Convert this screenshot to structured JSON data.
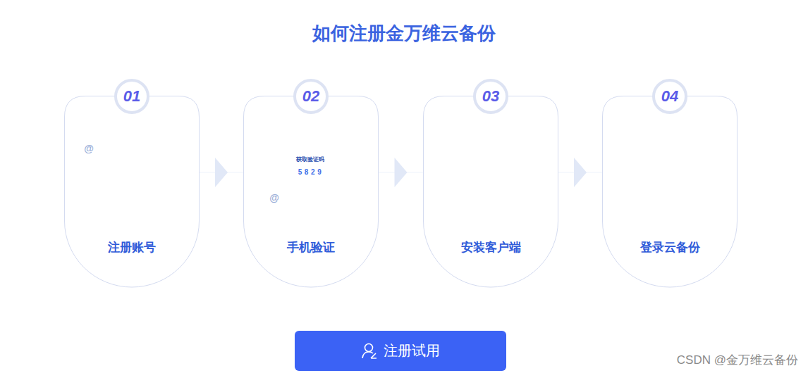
{
  "diagram": {
    "title": "如何注册金万维云备份",
    "nodes": [
      {
        "text": [
          "注册账号"
        ]
      },
      {
        "text": [
          "01"
        ],
        "in": 0
      },
      {
        "text": [
          "手机验证"
        ]
      },
      {
        "text": [
          "02"
        ],
        "in": 2
      },
      {
        "text": [
          "安装客户端"
        ]
      },
      {
        "text": [
          "03"
        ],
        "in": 4
      },
      {
        "text": [
          "登录云备份"
        ]
      },
      {
        "text": [
          "04"
        ],
        "in": 6
      },
      {
        "text": [
          "注册试用"
        ]
      }
    ],
    "edges": [
      {
        "from": 0,
        "to": 2,
        "arrow": "to"
      },
      {
        "from": 2,
        "to": 4,
        "arrow": "to"
      },
      {
        "from": 4,
        "to": 6,
        "arrow": "to"
      }
    ],
    "labels": [
      "@",
      "获取验证码",
      "5829",
      "@",
      "CSDN @金万维云备份"
    ]
  }
}
